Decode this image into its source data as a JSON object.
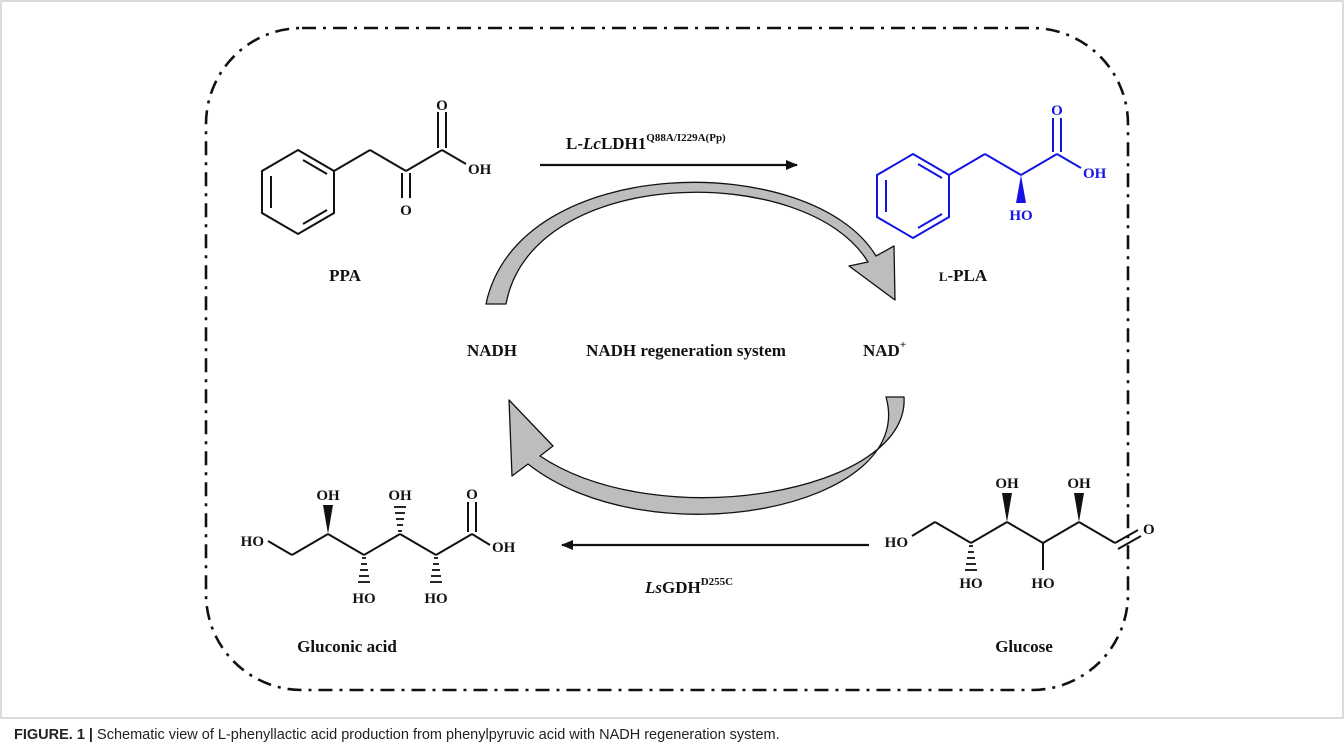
{
  "figure": {
    "caption_label": "FIGURE. 1 |",
    "caption_text": " Schematic view of L-phenyllactic acid production from phenylpyruvic acid with NADH regeneration system."
  },
  "compounds": {
    "ppa": {
      "label": "PPA",
      "atom_o_top": "O",
      "atom_o_bottom": "O",
      "atom_oh": "OH"
    },
    "lpla": {
      "label_prefix": "L",
      "label_rest": "-PLA",
      "atom_o": "O",
      "atom_oh": "OH",
      "atom_ho": "HO"
    },
    "gluconic": {
      "label": "Gluconic acid",
      "ho_left": "HO",
      "oh1": "OH",
      "oh2": "OH",
      "o_top": "O",
      "oh_right": "OH",
      "ho_b1": "HO",
      "ho_b2": "HO"
    },
    "glucose": {
      "label": "Glucose",
      "ho_left": "HO",
      "oh1": "OH",
      "oh2": "OH",
      "o_right": "O",
      "ho_b1": "HO",
      "ho_b2": "HO"
    }
  },
  "enzymes": {
    "top": {
      "prefix": "L-",
      "italic": "Lc",
      "name": "LDH1",
      "sup": "Q88A/I229A(Pp)"
    },
    "bottom": {
      "italic": "Ls",
      "name": "GDH",
      "sup": "D255C"
    }
  },
  "cofactors": {
    "nadh": "NADH",
    "system": "NADH regeneration system",
    "nad": "NAD",
    "nad_sup": "+"
  },
  "colors": {
    "product": "#1414e6",
    "arrow_fill": "#bdbdbd",
    "line": "#111111"
  }
}
